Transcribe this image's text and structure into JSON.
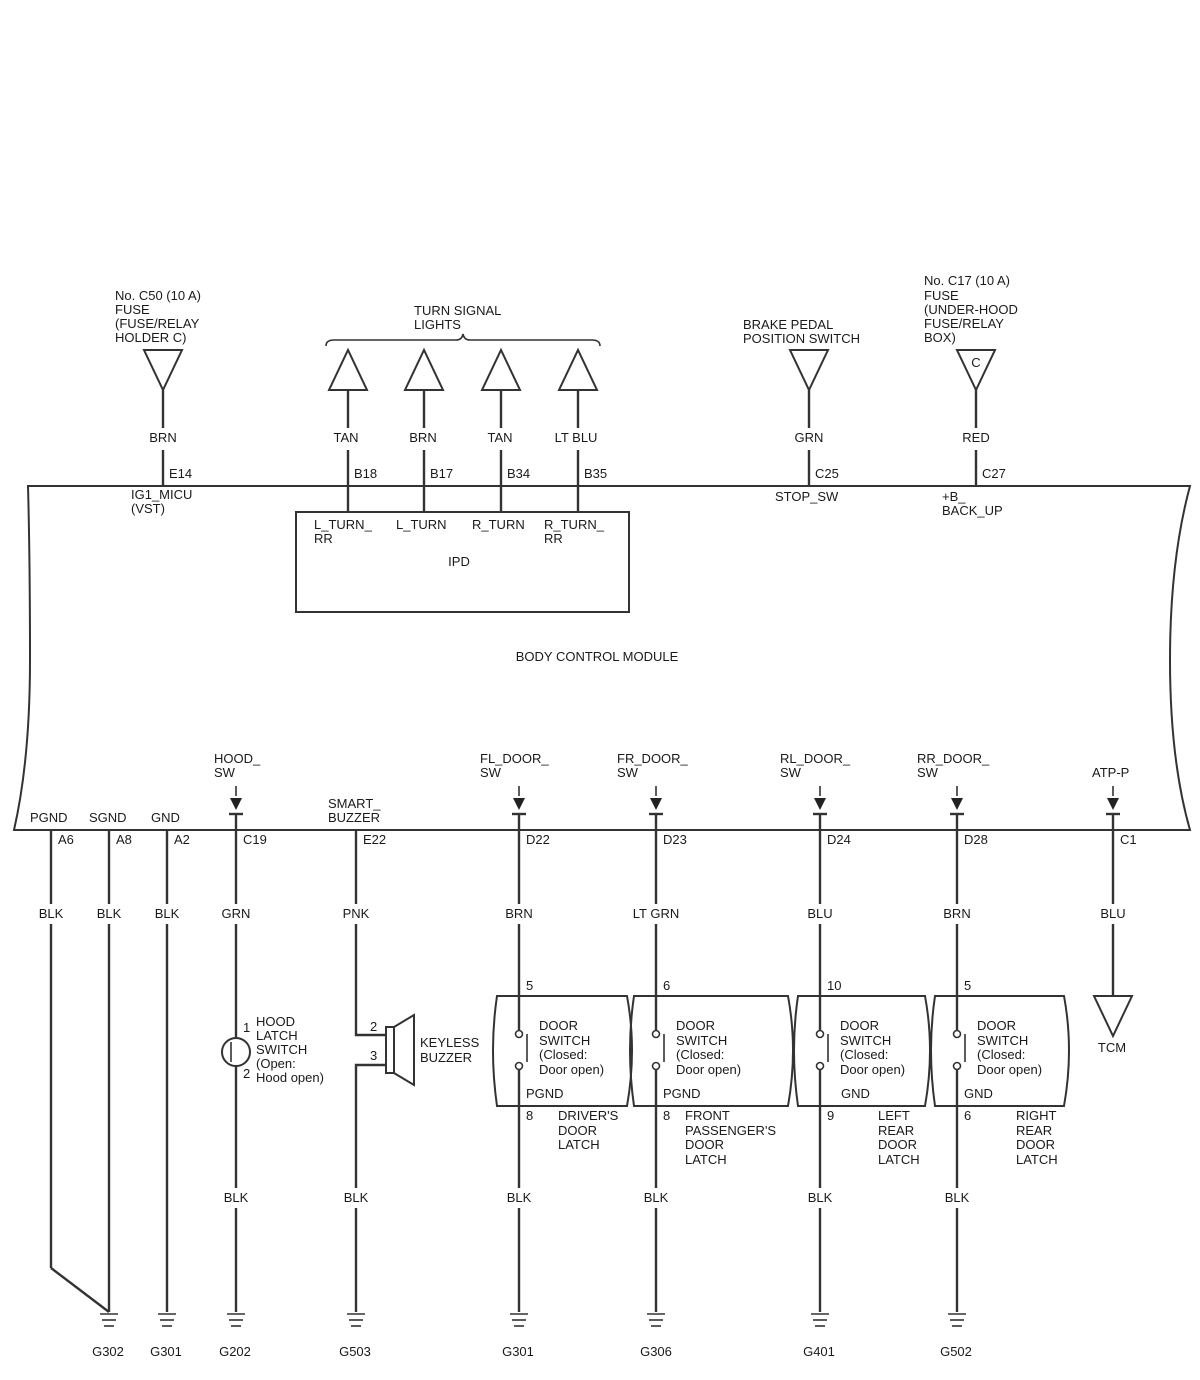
{
  "top": {
    "fuse_c50": [
      "No. C50 (10 A)",
      "FUSE",
      "(FUSE/RELAY",
      "HOLDER C)"
    ],
    "turn_signal_lights": [
      "TURN SIGNAL",
      "LIGHTS"
    ],
    "brake_pedal": [
      "BRAKE PEDAL",
      "POSITION SWITCH"
    ],
    "fuse_c17": [
      "No. C17 (10 A)",
      "FUSE",
      "(UNDER-HOOD",
      "FUSE/RELAY",
      "BOX)"
    ],
    "fuse_c17_terminal": "C",
    "wires": [
      {
        "color": "BRN",
        "pin": "E14"
      },
      {
        "color": "TAN",
        "pin": "B18"
      },
      {
        "color": "BRN",
        "pin": "B17"
      },
      {
        "color": "TAN",
        "pin": "B34"
      },
      {
        "color": "LT BLU",
        "pin": "B35"
      },
      {
        "color": "GRN",
        "pin": "C25"
      },
      {
        "color": "RED",
        "pin": "C27"
      }
    ]
  },
  "bcm": {
    "title": "BODY CONTROL MODULE",
    "top_signals": {
      "ig1": [
        "IG1_MICU",
        "(VST)"
      ],
      "stop_sw": "STOP_SW",
      "b_backup": [
        "+B_",
        "BACK_UP"
      ]
    },
    "ipd": {
      "title": "IPD",
      "signals": [
        [
          "L_TURN_",
          "RR"
        ],
        [
          "L_TURN"
        ],
        [
          "R_TURN"
        ],
        [
          "R_TURN_",
          "RR"
        ]
      ]
    },
    "bottom_signals": {
      "pgnd": "PGND",
      "sgnd": "SGND",
      "gnd": "GND",
      "hood_sw": [
        "HOOD_",
        "SW"
      ],
      "smart_buzzer": [
        "SMART_",
        "BUZZER"
      ],
      "fl_door_sw": [
        "FL_DOOR_",
        "SW"
      ],
      "fr_door_sw": [
        "FR_DOOR_",
        "SW"
      ],
      "rl_door_sw": [
        "RL_DOOR_",
        "SW"
      ],
      "rr_door_sw": [
        "RR_DOOR_",
        "SW"
      ],
      "atp_p": "ATP-P"
    }
  },
  "bottom": {
    "pins": [
      "A6",
      "A8",
      "A2",
      "C19",
      "E22",
      "D22",
      "D23",
      "D24",
      "D28",
      "C1"
    ],
    "wire_colors": [
      "BLK",
      "BLK",
      "BLK",
      "GRN",
      "PNK",
      "BRN",
      "LT GRN",
      "BLU",
      "BRN",
      "BLU"
    ],
    "lower_wire_colors": [
      "BLK",
      "BLK",
      "BLK",
      "BLK",
      "BLK",
      "BLK"
    ],
    "grounds": [
      "G302",
      "G301",
      "G202",
      "G503",
      "G301",
      "G306",
      "G401",
      "G502"
    ],
    "hood_latch": {
      "label": [
        "HOOD",
        "LATCH",
        "SWITCH",
        "(Open:",
        "Hood open)"
      ],
      "pin_top": "1",
      "pin_bottom": "2"
    },
    "keyless_buzzer": {
      "label": [
        "KEYLESS",
        "BUZZER"
      ],
      "pin_top": "2",
      "pin_bottom": "3"
    },
    "tcm": "TCM",
    "door_latches": [
      {
        "pin_top": "5",
        "pin_bottom": "8",
        "switch": [
          "DOOR",
          "SWITCH",
          "(Closed:",
          "Door open)"
        ],
        "ground_label": "PGND",
        "name": [
          "DRIVER'S",
          "DOOR",
          "LATCH"
        ]
      },
      {
        "pin_top": "6",
        "pin_bottom": "8",
        "switch": [
          "DOOR",
          "SWITCH",
          "(Closed:",
          "Door open)"
        ],
        "ground_label": "PGND",
        "name": [
          "FRONT",
          "PASSENGER'S",
          "DOOR",
          "LATCH"
        ]
      },
      {
        "pin_top": "10",
        "pin_bottom": "9",
        "switch": [
          "DOOR",
          "SWITCH",
          "(Closed:",
          "Door open)"
        ],
        "ground_label": "GND",
        "name": [
          "LEFT",
          "REAR",
          "DOOR",
          "LATCH"
        ]
      },
      {
        "pin_top": "5",
        "pin_bottom": "6",
        "switch": [
          "DOOR",
          "SWITCH",
          "(Closed:",
          "Door open)"
        ],
        "ground_label": "GND",
        "name": [
          "RIGHT",
          "REAR",
          "DOOR",
          "LATCH"
        ]
      }
    ]
  }
}
